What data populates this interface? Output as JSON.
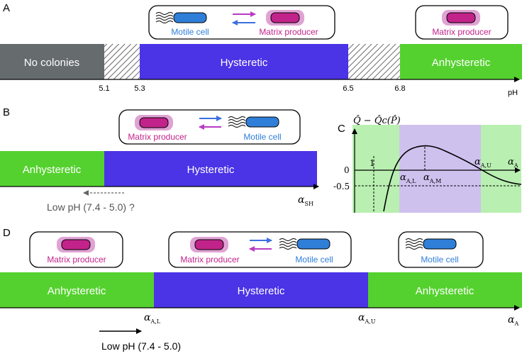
{
  "colors": {
    "no_colonies": "#666c6e",
    "hysteretic": "#4b33e6",
    "anhysteretic": "#55d12f",
    "hatch": "#2a2a2a",
    "matrix_fill": "#c2238a",
    "matrix_halo": "#e0a2d4",
    "motile_fill": "#2f7fd9",
    "arrow_purple": "#b83bc4",
    "arrow_blue": "#3d6fe0",
    "inset_green": "#b9efb1",
    "inset_purple": "#cfc1ee"
  },
  "panels": {
    "a": {
      "letter": "A",
      "box_motile_label": "Motile cell",
      "box_matrix_label": "Matrix producer",
      "single_matrix_label": "Matrix producer",
      "segments": {
        "no_colonies": "No colonies",
        "hysteretic": "Hysteretic",
        "anhysteretic": "Anhysteretic"
      },
      "ticks": [
        "5.1",
        "5.3",
        "6.5",
        "6.8"
      ],
      "axis_label": "pH"
    },
    "b": {
      "letter": "B",
      "box_matrix_label": "Matrix producer",
      "box_motile_label": "Motile cell",
      "segments": {
        "anhysteretic": "Anhysteretic",
        "hysteretic": "Hysteretic"
      },
      "axis_label": "α",
      "axis_sub": "SH",
      "arrow_note": "Low pH (7.4 - 5.0) ?"
    },
    "c": {
      "letter": "C",
      "y_label": "Q̂ − Q̂c(P̂)",
      "x_label": "α",
      "x_sub": "A",
      "tick_1": "1",
      "tick_0": "0",
      "tick_neg": "-0.5",
      "label_L": "α",
      "sub_L": "A,L",
      "label_M": "α",
      "sub_M": "A,M",
      "label_U": "α",
      "sub_U": "A,U"
    },
    "d": {
      "letter": "D",
      "left_matrix_label": "Matrix producer",
      "mid_matrix_label": "Matrix producer",
      "mid_motile_label": "Motile cell",
      "right_motile_label": "Motile cell",
      "segments": {
        "anhysteretic_left": "Anhysteretic",
        "hysteretic": "Hysteretic",
        "anhysteretic_right": "Anhysteretic"
      },
      "tick_L": "α",
      "tick_L_sub": "A,L",
      "tick_U": "α",
      "tick_U_sub": "A,U",
      "axis_label": "α",
      "axis_sub": "A",
      "arrow_note": "Low pH (7.4 - 5.0)"
    }
  }
}
